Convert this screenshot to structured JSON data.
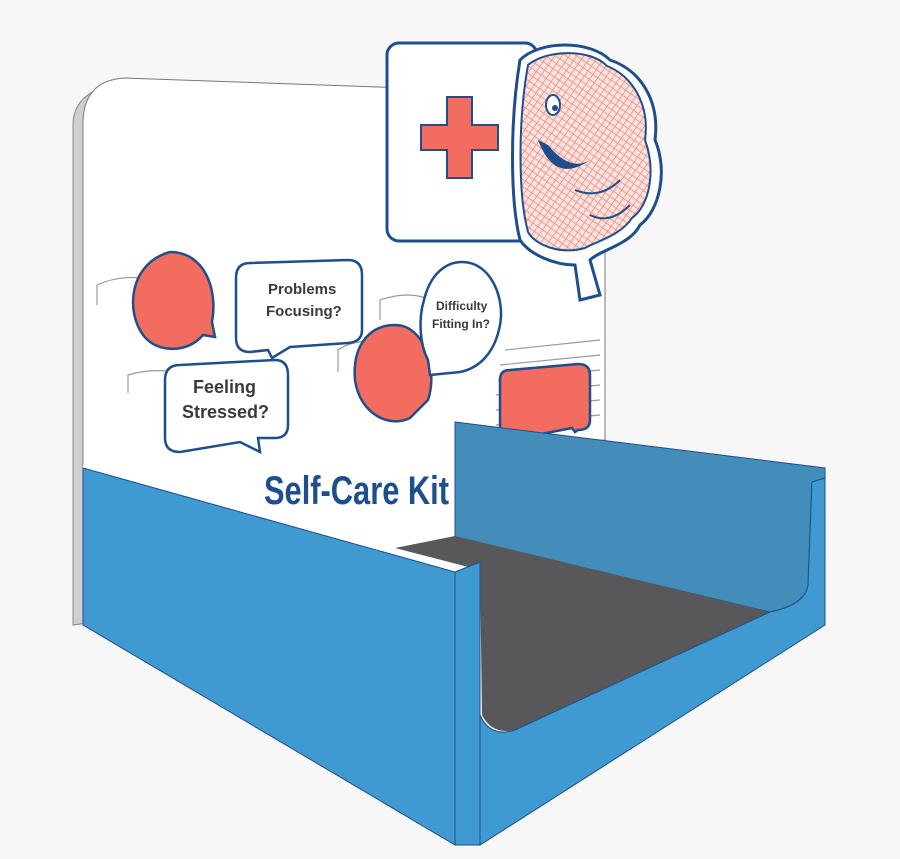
{
  "sign": {
    "title": "Self-Care Kit",
    "icon": "medical-cross-icon",
    "mascot": "smiling-brain"
  },
  "bubbles": {
    "problems_focusing": [
      "Problems",
      "Focusing?"
    ],
    "feeling_stressed": [
      "Feeling",
      "Stressed?"
    ],
    "difficulty_fitting_in": [
      "Difficulty",
      "Fitting In?"
    ]
  },
  "colors": {
    "background": "#f7f7f7",
    "display_blue": "#3e9ad0",
    "inner_blue": "#438dba",
    "tray_floor": "#58585a",
    "coral": "#f26c60",
    "outline_navy": "#1f4e8c"
  }
}
